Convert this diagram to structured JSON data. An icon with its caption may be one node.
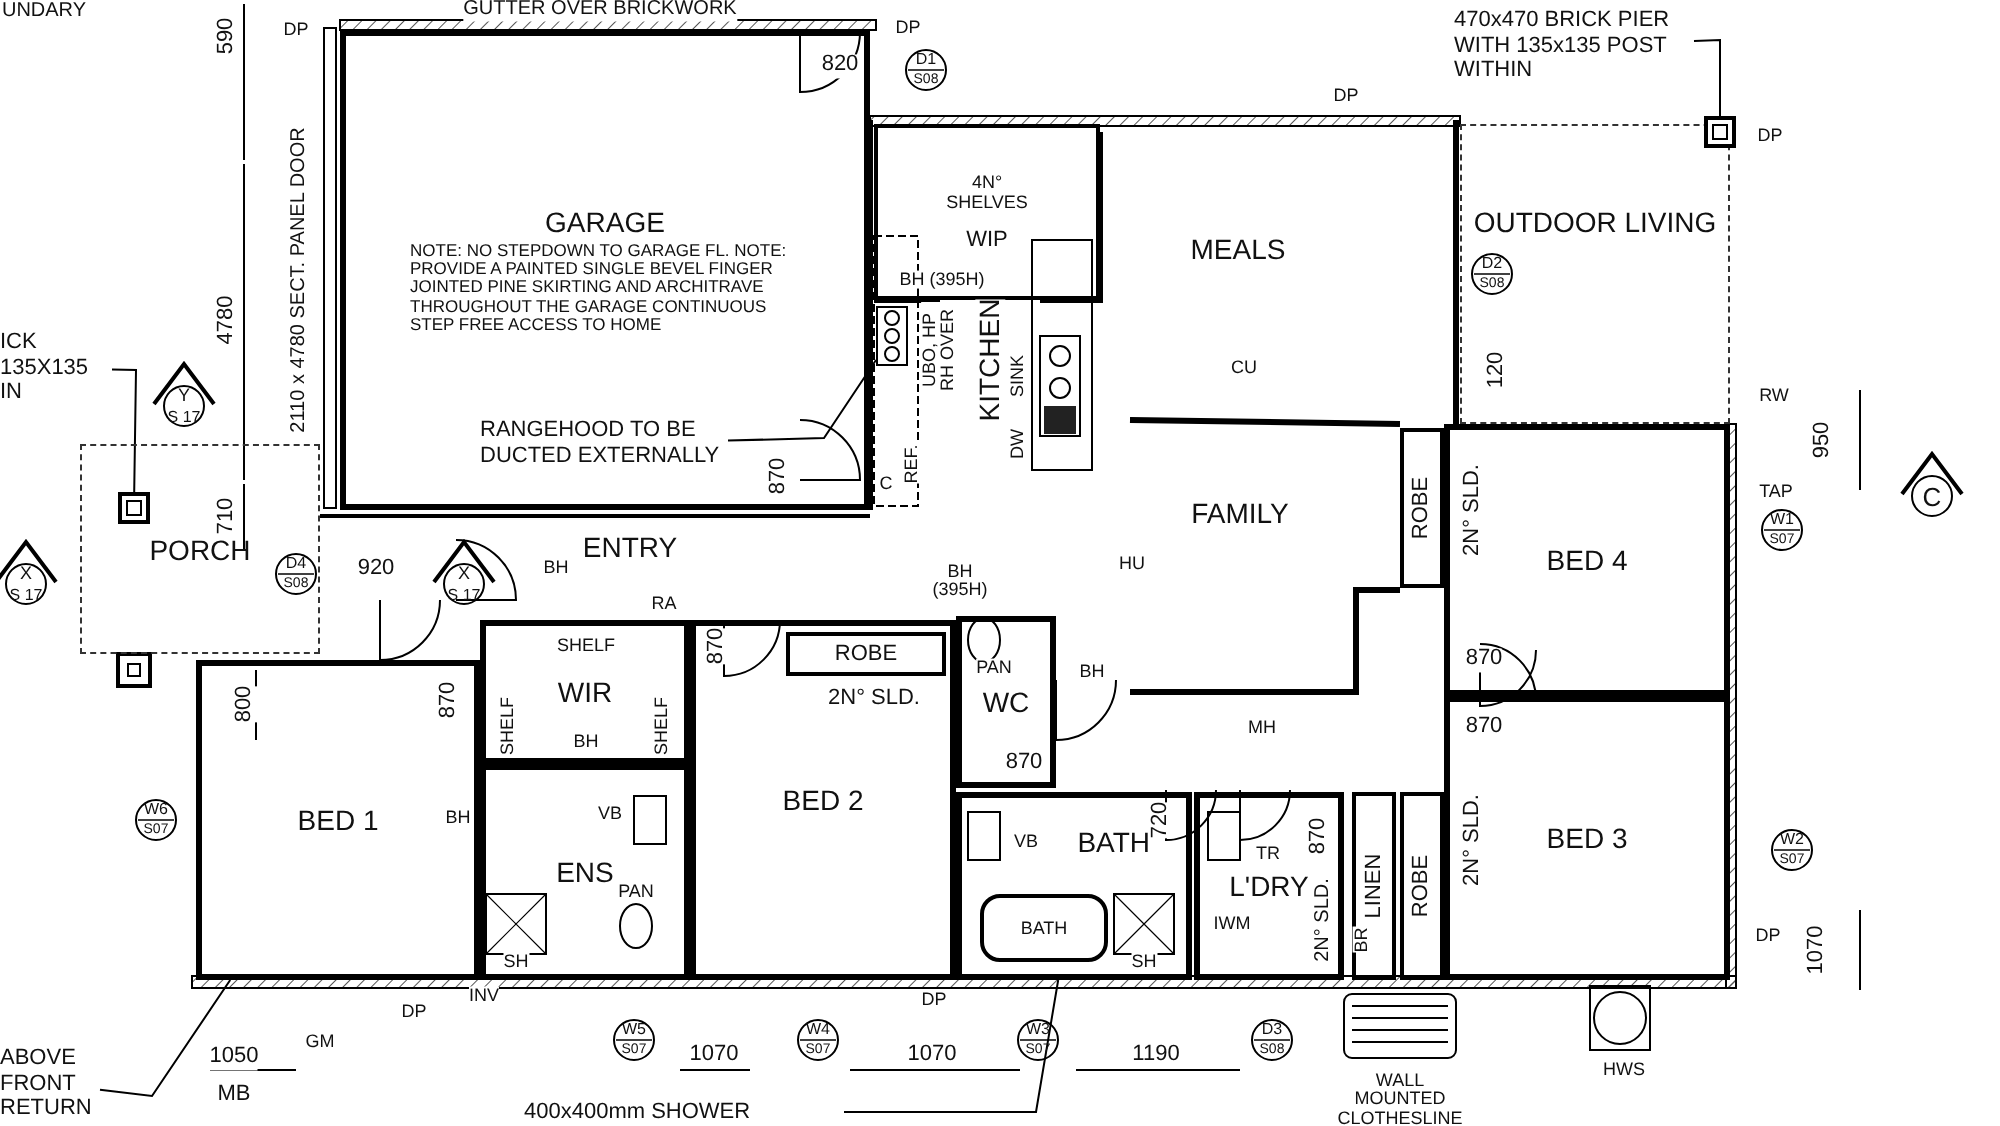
{
  "diagram": {
    "nodes": [
      {
        "text": [
          "GARAGE",
          "NOTE: NO STEPDOWN TO GARAGE FL. NOTE: PROVIDE A PAINTED SINGLE BEVEL FINGER JOINTED PINE SKIRTING AND ARCHITRAVE THROUGHOUT THE GARAGE CONTINUOUS STEP FREE ACCESS TO HOME"
        ]
      },
      {
        "text": [
          "4N° SHELVES",
          "WIP"
        ]
      },
      {
        "text": [
          "OUTDOOR LIVING"
        ]
      },
      {
        "text": [
          "PORCH"
        ]
      },
      {
        "text": [
          "BED 1"
        ]
      },
      {
        "text": [
          "WIR"
        ]
      },
      {
        "text": [
          "ENS"
        ]
      },
      {
        "text": [
          "BED 2"
        ]
      },
      {
        "text": [
          "ROBE"
        ],
        "in": 7
      },
      {
        "text": [
          "WC"
        ]
      },
      {
        "text": [
          "BATH"
        ]
      },
      {
        "text": [
          "L'DRY"
        ]
      },
      {
        "text": [
          "LINEN"
        ]
      },
      {
        "text": [
          "ROBE"
        ]
      },
      {
        "text": [
          "BED 3"
        ]
      },
      {
        "text": [
          "BED 4"
        ]
      },
      {
        "text": [
          "ROBE"
        ]
      },
      {
        "text": [
          "BATH"
        ],
        "in": 10
      },
      {
        "text": [
          "RANGEHOOD TO BE DUCTED EXTERNALLY"
        ],
        "in": 0
      },
      {
        "text": [
          "470x470 BRICK PIER WITH 135x135 POST WITHIN"
        ]
      },
      {
        "text": [
          "ICK 135X135 IN"
        ]
      },
      {
        "text": [
          "ABOVE FRONT RETURN"
        ]
      },
      {
        "text": [
          "400x400mm SHOWER"
        ]
      },
      {
        "text": [],
        "shape": "picture"
      },
      {
        "text": [],
        "shape": "box"
      },
      {
        "text": [],
        "shape": "box",
        "in": 3
      }
    ],
    "edges": [
      {
        "from": 18,
        "to": 23,
        "arrow": "none"
      },
      {
        "from": 19,
        "to": 24,
        "arrow": "none"
      },
      {
        "from": 20,
        "to": 25,
        "arrow": "none"
      },
      {
        "from": 21,
        "to": 4,
        "arrow": "none"
      },
      {
        "from": 22,
        "to": 10,
        "arrow": "none"
      }
    ],
    "labels": [
      "UNDARY",
      "GUTTER OVER BRICKWORK",
      "590",
      "DP",
      "DP",
      "820",
      "D1",
      "S08",
      "DP",
      "DP",
      "4780",
      "2110 x 4780 SECT. PANEL DOOR",
      "MEALS",
      "BH (395H)",
      "UBO, HP RH OVER",
      "KITCHEN",
      "DW",
      "SINK",
      "CU",
      "D2",
      "S08",
      "120",
      "RW",
      "950",
      "TAP",
      "C",
      "W1",
      "S07",
      "Y",
      "S 17",
      "870",
      "C",
      "REF.",
      "710",
      "ENTRY",
      "FAMILY",
      "X",
      "S 17",
      "D4",
      "S08",
      "920",
      "X",
      "S 17",
      "BH",
      "BH (395H)",
      "HU",
      "RA",
      "870",
      "800",
      "870",
      "870",
      "MH",
      "870",
      "SHELF",
      "SHELF",
      "SHELF",
      "BH",
      "BH",
      "VB",
      "PAN",
      "SH",
      "2N° SLD.",
      "PAN",
      "BH",
      "870",
      "720",
      "VB",
      "TR",
      "870",
      "2N° SLD.",
      "SH",
      "IWM",
      "BR",
      "2N° SLD.",
      "2N° SLD.",
      "W6",
      "S07",
      "W2",
      "S07",
      "DP",
      "1070",
      "DP",
      "INV",
      "GM",
      "1050",
      "MB",
      "W5",
      "S07",
      "1070",
      "W4",
      "S07",
      "1070",
      "DP",
      "W3",
      "S07",
      "1190",
      "D3",
      "S08",
      "WALL MOUNTED CLOTHESLINE",
      "HWS"
    ]
  }
}
